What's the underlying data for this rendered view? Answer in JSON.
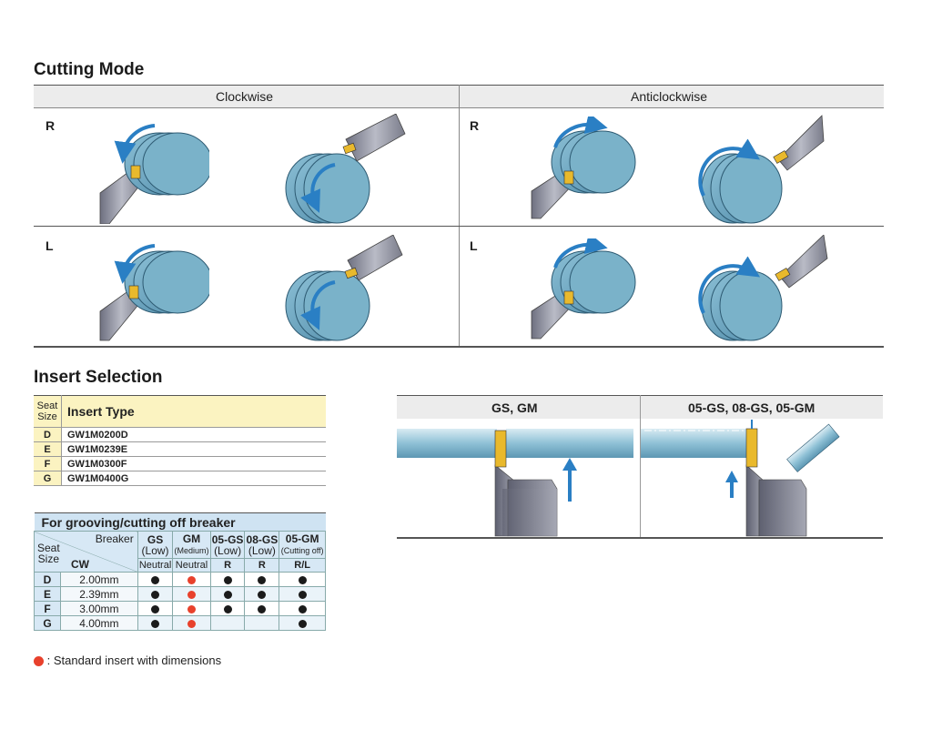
{
  "cutting_mode": {
    "title": "Cutting Mode",
    "columns": [
      "Clockwise",
      "Anticlockwise"
    ],
    "rows": [
      "R",
      "L"
    ]
  },
  "insert_selection": {
    "title": "Insert Selection",
    "insert_table": {
      "header_seat": [
        "Seat",
        "Size"
      ],
      "header_type": "Insert Type",
      "rows": [
        {
          "seat": "D",
          "type": "GW1M0200D"
        },
        {
          "seat": "E",
          "type": "GW1M0239E"
        },
        {
          "seat": "F",
          "type": "GW1M0300F"
        },
        {
          "seat": "G",
          "type": "GW1M0400G"
        }
      ]
    },
    "breaker_table": {
      "title": "For grooving/cutting off breaker",
      "breaker_label": "Breaker",
      "seat_label": [
        "Seat",
        "Size"
      ],
      "cw_label": "CW",
      "columns": [
        {
          "name": "GS",
          "sub": "(Low)",
          "dir": "Neutral"
        },
        {
          "name": "GM",
          "sub": "(Medium)",
          "dir": "Neutral"
        },
        {
          "name": "05-GS",
          "sub": "(Low)",
          "dir": "R"
        },
        {
          "name": "08-GS",
          "sub": "(Low)",
          "dir": "R"
        },
        {
          "name": "05-GM",
          "sub": "(Cutting off)",
          "dir": "R/L"
        }
      ],
      "rows": [
        {
          "seat": "D",
          "cw": "2.00mm",
          "marks": [
            "black",
            "red",
            "black",
            "black",
            "black"
          ]
        },
        {
          "seat": "E",
          "cw": "2.39mm",
          "marks": [
            "black",
            "red",
            "black",
            "black",
            "black"
          ]
        },
        {
          "seat": "F",
          "cw": "3.00mm",
          "marks": [
            "black",
            "red",
            "black",
            "black",
            "black"
          ]
        },
        {
          "seat": "G",
          "cw": "4.00mm",
          "marks": [
            "black",
            "red",
            "",
            "",
            "black"
          ]
        }
      ]
    },
    "legend": ": Standard insert with dimensions",
    "diagram": {
      "columns": [
        "GS, GM",
        "05-GS, 08-GS, 05-GM"
      ]
    }
  },
  "colors": {
    "work_blue": "#6fa6bf",
    "arrow_blue": "#2a7fc4",
    "insert_yellow": "#e9b92c",
    "holder_gray": "#8a8c98",
    "red_dot": "#e8412c"
  }
}
